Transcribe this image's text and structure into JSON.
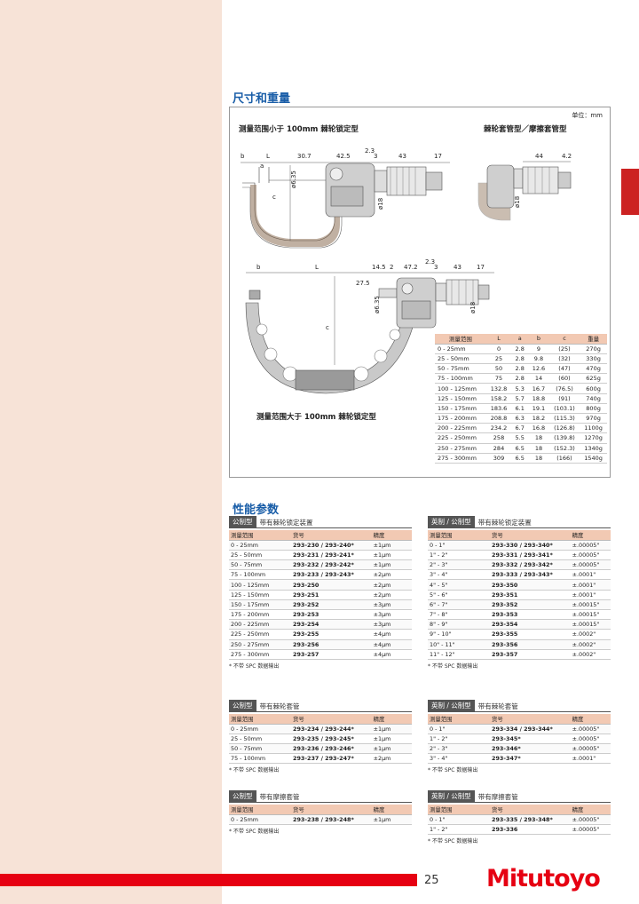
{
  "section1": {
    "title": "尺寸和重量"
  },
  "section2": {
    "title": "性能参数"
  },
  "dimensions": {
    "unit": "单位：mm",
    "caption_small": "测量范围小于 100mm 棘轮锁定型",
    "caption_sleeve": "棘轮套管型／摩擦套管型",
    "caption_large": "测量范围大于 100mm 棘轮锁定型",
    "labels_small": [
      "b",
      "L",
      "30.7",
      "42.5",
      "2.3",
      "3",
      "43",
      "17",
      "a",
      "c",
      "ø6.35",
      "ø18"
    ],
    "labels_sleeve": [
      "44",
      "4.2",
      "ø18"
    ],
    "labels_large": [
      "b",
      "L",
      "14.5",
      "2",
      "47.2",
      "2.3",
      "3",
      "43",
      "17",
      "27.5",
      "c",
      "ø6.35",
      "ø18"
    ]
  },
  "dim_table": {
    "headers": [
      "测量范围",
      "L",
      "a",
      "b",
      "c",
      "重量"
    ],
    "rows": [
      [
        "0 - 25mm",
        "0",
        "2.8",
        "9",
        "(25)",
        "270g"
      ],
      [
        "25 - 50mm",
        "25",
        "2.8",
        "9.8",
        "(32)",
        "330g"
      ],
      [
        "50 - 75mm",
        "50",
        "2.8",
        "12.6",
        "(47)",
        "470g"
      ],
      [
        "75 - 100mm",
        "75",
        "2.8",
        "14",
        "(60)",
        "625g"
      ],
      [
        "100 - 125mm",
        "132.8",
        "5.3",
        "16.7",
        "(76.5)",
        "600g"
      ],
      [
        "125 - 150mm",
        "158.2",
        "5.7",
        "18.8",
        "(91)",
        "740g"
      ],
      [
        "150 - 175mm",
        "183.6",
        "6.1",
        "19.1",
        "(103.1)",
        "800g"
      ],
      [
        "175 - 200mm",
        "208.8",
        "6.3",
        "18.2",
        "(115.3)",
        "970g"
      ],
      [
        "200 - 225mm",
        "234.2",
        "6.7",
        "16.8",
        "(126.8)",
        "1100g"
      ],
      [
        "225 - 250mm",
        "258",
        "5.5",
        "18",
        "(139.8)",
        "1270g"
      ],
      [
        "250 - 275mm",
        "284",
        "6.5",
        "18",
        "(152.3)",
        "1340g"
      ],
      [
        "275 - 300mm",
        "309",
        "6.5",
        "18",
        "(166)",
        "1540g"
      ]
    ]
  },
  "perf_headers_metric": [
    "测量范围",
    "货号",
    "精度"
  ],
  "perf_headers_inch": [
    "测量范围",
    "货号",
    "精度"
  ],
  "blocks": {
    "b1": {
      "badge": "公制型",
      "desc": "带有棘轮锁定装置",
      "note": "* 不带 SPC 数据输出",
      "rows": [
        [
          "0 - 25mm",
          "293-230 / 293-240*",
          "±1μm"
        ],
        [
          "25 - 50mm",
          "293-231 / 293-241*",
          "±1μm"
        ],
        [
          "50 - 75mm",
          "293-232 / 293-242*",
          "±1μm"
        ],
        [
          "75 - 100mm",
          "293-233 / 293-243*",
          "±2μm"
        ],
        [
          "100 - 125mm",
          "293-250",
          "±2μm"
        ],
        [
          "125 - 150mm",
          "293-251",
          "±2μm"
        ],
        [
          "150 - 175mm",
          "293-252",
          "±3μm"
        ],
        [
          "175 - 200mm",
          "293-253",
          "±3μm"
        ],
        [
          "200 - 225mm",
          "293-254",
          "±3μm"
        ],
        [
          "225 - 250mm",
          "293-255",
          "±4μm"
        ],
        [
          "250 - 275mm",
          "293-256",
          "±4μm"
        ],
        [
          "275 - 300mm",
          "293-257",
          "±4μm"
        ]
      ]
    },
    "b2": {
      "badge": "英制 / 公制型",
      "desc": "带有棘轮锁定装置",
      "note": "* 不带 SPC 数据输出",
      "rows": [
        [
          "0 - 1\"",
          "293-330 / 293-340*",
          "±.00005\""
        ],
        [
          "1\" - 2\"",
          "293-331 / 293-341*",
          "±.00005\""
        ],
        [
          "2\" - 3\"",
          "293-332 / 293-342*",
          "±.00005\""
        ],
        [
          "3\" - 4\"",
          "293-333 / 293-343*",
          "±.0001\""
        ],
        [
          "4\" - 5\"",
          "293-350",
          "±.0001\""
        ],
        [
          "5\" - 6\"",
          "293-351",
          "±.0001\""
        ],
        [
          "6\" - 7\"",
          "293-352",
          "±.00015\""
        ],
        [
          "7\" - 8\"",
          "293-353",
          "±.00015\""
        ],
        [
          "8\" - 9\"",
          "293-354",
          "±.00015\""
        ],
        [
          "9\" - 10\"",
          "293-355",
          "±.0002\""
        ],
        [
          "10\" - 11\"",
          "293-356",
          "±.0002\""
        ],
        [
          "11\" - 12\"",
          "293-357",
          "±.0002\""
        ]
      ]
    },
    "b3": {
      "badge": "公制型",
      "desc": "带有棘轮套管",
      "note": "* 不带 SPC 数据输出",
      "rows": [
        [
          "0 - 25mm",
          "293-234 / 293-244*",
          "±1μm"
        ],
        [
          "25 - 50mm",
          "293-235 / 293-245*",
          "±1μm"
        ],
        [
          "50 - 75mm",
          "293-236 / 293-246*",
          "±1μm"
        ],
        [
          "75 - 100mm",
          "293-237 / 293-247*",
          "±2μm"
        ]
      ]
    },
    "b4": {
      "badge": "英制 / 公制型",
      "desc": "带有棘轮套管",
      "note": "* 不带 SPC 数据输出",
      "rows": [
        [
          "0 - 1\"",
          "293-334 / 293-344*",
          "±.00005\""
        ],
        [
          "1\" - 2\"",
          "293-345*",
          "±.00005\""
        ],
        [
          "2\" - 3\"",
          "293-346*",
          "±.00005\""
        ],
        [
          "3\" - 4\"",
          "293-347*",
          "±.0001\""
        ]
      ]
    },
    "b5": {
      "badge": "公制型",
      "desc": "带有摩擦套管",
      "note": "* 不带 SPC 数据输出",
      "rows": [
        [
          "0 - 25mm",
          "293-238 / 293-248*",
          "±1μm"
        ]
      ]
    },
    "b6": {
      "badge": "英制 / 公制型",
      "desc": "带有摩擦套管",
      "note": "* 不带 SPC 数据输出",
      "rows": [
        [
          "0 - 1\"",
          "293-335 / 293-348*",
          "±.00005\""
        ],
        [
          "1\" - 2\"",
          "293-336",
          "±.00005\""
        ]
      ]
    }
  },
  "footer": {
    "page": "25",
    "logo": "Mitutoyo"
  },
  "colors": {
    "accent_red": "#e60012",
    "band": "#f7e3d7",
    "table_head": "#f2c9b3",
    "title_blue": "#1a5ea8"
  }
}
